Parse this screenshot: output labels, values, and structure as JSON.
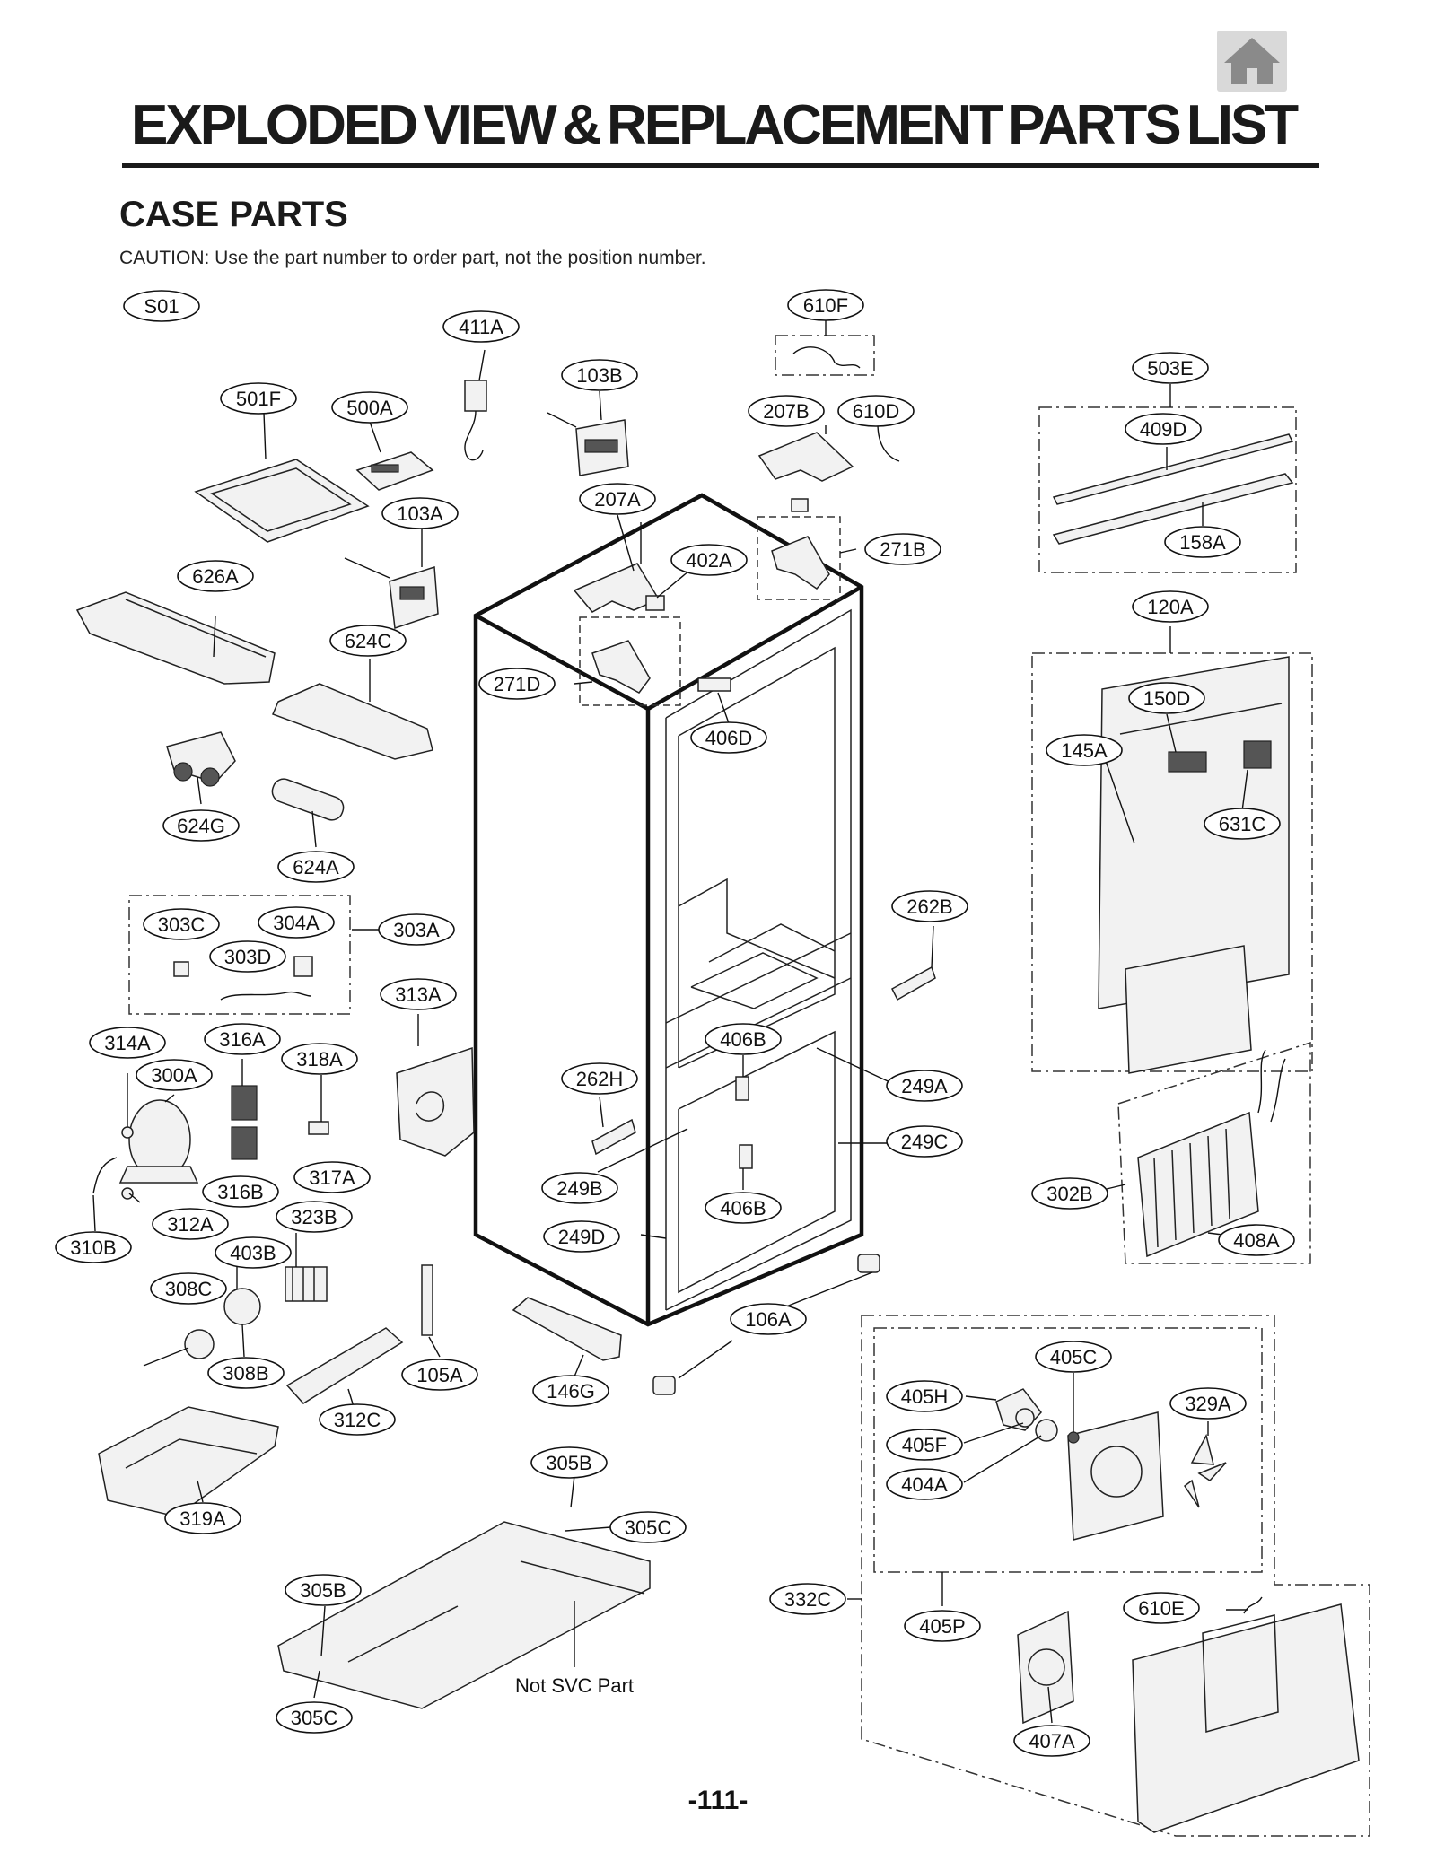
{
  "header": {
    "title": "EXPLODED VIEW & REPLACEMENT PARTS LIST",
    "home_icon": "home-icon"
  },
  "section": {
    "title": "CASE PARTS",
    "caution": "CAUTION: Use the part number to order part, not the position number."
  },
  "callouts": {
    "S01": "S01",
    "411A": "411A",
    "610F": "610F",
    "103B": "103B",
    "501F": "501F",
    "500A": "500A",
    "207B": "207B",
    "610D": "610D",
    "503E": "503E",
    "409D": "409D",
    "103A": "103A",
    "207A": "207A",
    "402A": "402A",
    "271B": "271B",
    "158A": "158A",
    "626A": "626A",
    "624C": "624C",
    "271D": "271D",
    "120A": "120A",
    "406D": "406D",
    "150D": "150D",
    "145A": "145A",
    "631C": "631C",
    "624G": "624G",
    "624A": "624A",
    "303C": "303C",
    "304A": "304A",
    "303A": "303A",
    "303D": "303D",
    "262B": "262B",
    "313A": "313A",
    "314A": "314A",
    "316A": "316A",
    "318A": "318A",
    "300A": "300A",
    "406B_1": "406B",
    "262H": "262H",
    "249A": "249A",
    "249C": "249C",
    "317A": "317A",
    "316B": "316B",
    "249B": "249B",
    "302B": "302B",
    "312A": "312A",
    "323B": "323B",
    "406B_2": "406B",
    "408A": "408A",
    "310B": "310B",
    "249D": "249D",
    "403B": "403B",
    "308C": "308C",
    "106A": "106A",
    "405C": "405C",
    "308B": "308B",
    "105A": "105A",
    "146G": "146G",
    "405H": "405H",
    "329A": "329A",
    "312C": "312C",
    "405F": "405F",
    "404A": "404A",
    "305B_1": "305B",
    "305C_1": "305C",
    "319A": "319A",
    "305B_2": "305B",
    "332C": "332C",
    "610E": "610E",
    "405P": "405P",
    "407A": "407A",
    "305C_2": "305C"
  },
  "notes": {
    "not_svc": "Not SVC Part"
  },
  "page": {
    "number": "-111-"
  }
}
